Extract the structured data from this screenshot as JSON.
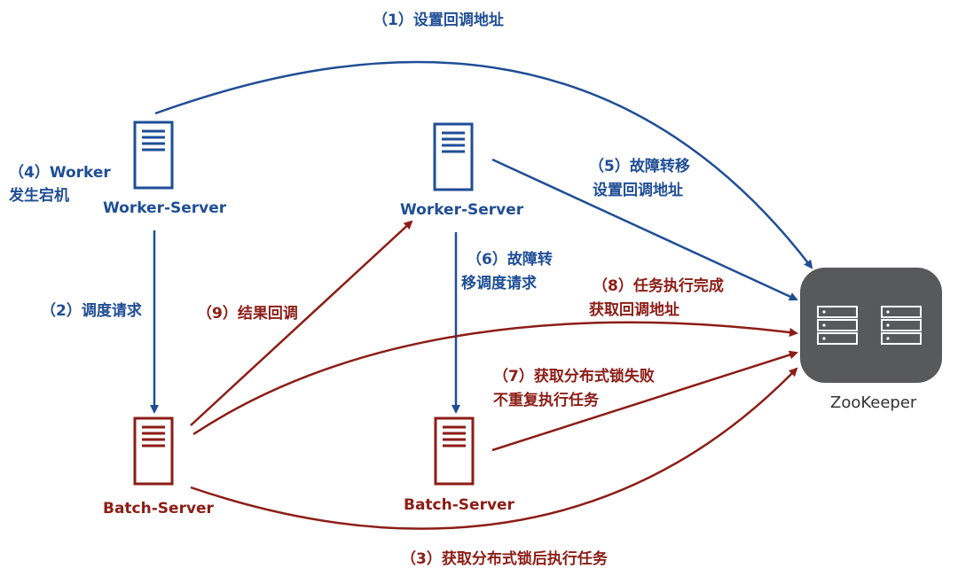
{
  "nodes": {
    "worker1": {
      "label": "Worker-Server",
      "color": "#1f4e96"
    },
    "worker2": {
      "label": "Worker-Server",
      "color": "#1f4e96"
    },
    "batch1": {
      "label": "Batch-Server",
      "color": "#8c1d16"
    },
    "batch2": {
      "label": "Batch-Server",
      "color": "#8c1d16"
    },
    "zookeeper": {
      "label": "ZooKeeper",
      "color": "#58595b"
    }
  },
  "steps": {
    "s1": "（1）设置回调地址",
    "s2": "（2）调度请求",
    "s3": "（3）获取分布式锁后执行任务",
    "s4_line1": "（4）Worker",
    "s4_line2": "发生宕机",
    "s5_line1": "（5）故障转移",
    "s5_line2": "设置回调地址",
    "s6_line1": "（6）故障转",
    "s6_line2": "移调度请求",
    "s7_line1": "（7）获取分布式锁失败",
    "s7_line2": "不重复执行任务",
    "s8_line1": "（8）任务执行完成",
    "s8_line2": "获取回调地址",
    "s9": "（9）结果回调"
  },
  "colors": {
    "blue": "#1f4e96",
    "red": "#8c1d16",
    "zk_bg": "#58595b"
  },
  "icons": {
    "server": "server-icon",
    "zk": "database-rack-icon"
  }
}
